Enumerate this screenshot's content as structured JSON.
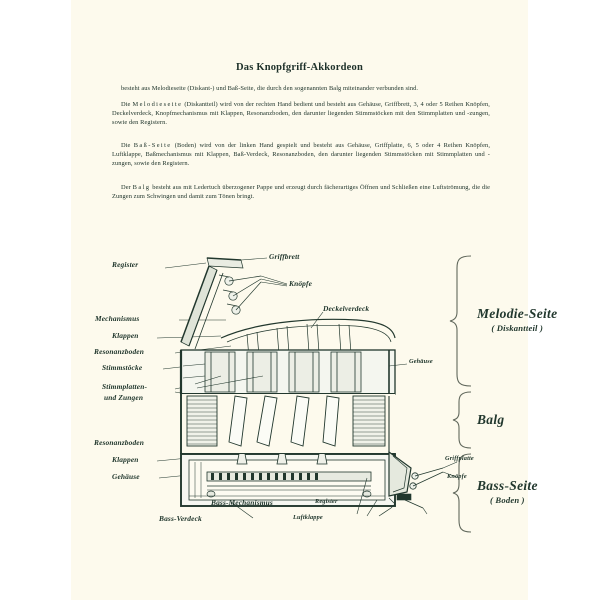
{
  "page": {
    "background_color": "#fdfaed",
    "ink_color": "#21372d"
  },
  "header": {
    "title": "Das Knopfgriff-Akkordeon"
  },
  "body": {
    "paragraphs": [
      {
        "id": "intro",
        "text": "besteht aus Melodieseite (Diskant-) und Baß-Seite, die durch den sogenannten Balg miteinander verbunden sind."
      },
      {
        "id": "melodieseite",
        "lead": "Die",
        "spaced_term": "Melodieseite",
        "text": "(Diskantteil) wird von der rechten Hand bedient und besteht aus Gehäuse, Griffbrett, 3, 4 oder 5 Reihen Knöpfen, Deckelverdeck, Knopfmechanismus mit Klappen, Resonanzboden, den darunter liegenden Stimmstöcken mit den Stimmplatten und -zungen, sowie den Registern."
      },
      {
        "id": "bassseite",
        "lead": "Die",
        "spaced_term": "Baß-Seite",
        "text": "(Boden) wird von der linken Hand gespielt und besteht aus Gehäuse, Griffplatte, 6, 5 oder 4 Reihen Knöpfen, Luftklappe, Baßmechanismus mit Klappen, Baß-Verdeck, Resonanzboden, den darunter liegenden Stimmstöcken mit Stimmplatten und -zungen, sowie den Registern."
      },
      {
        "id": "balg",
        "lead": "Der",
        "spaced_term": "Balg",
        "text": "besteht aus mit Ledertuch überzogener Pappe und erzeugt durch fächerartiges Öffnen und Schließen eine Luftströmung, die die Zungen zum Schwingen und damit zum Tönen bringt."
      }
    ]
  },
  "diagram": {
    "title": "accordion-cross-section",
    "labels_left": [
      {
        "id": "register-top",
        "text": "Register"
      },
      {
        "id": "mechanismus",
        "text": "Mechanismus"
      },
      {
        "id": "klappen-top",
        "text": "Klappen"
      },
      {
        "id": "resonanzboden-top",
        "text": "Resonanzboden"
      },
      {
        "id": "stimmstoecke",
        "text": "Stimmstöcke"
      },
      {
        "id": "stimmplatten-1",
        "text": "Stimmplatten-"
      },
      {
        "id": "stimmplatten-2",
        "text": "und  Zungen"
      },
      {
        "id": "resonanzboden-bot",
        "text": "Resonanzboden"
      },
      {
        "id": "klappen-bot",
        "text": "Klappen"
      },
      {
        "id": "gehaeuse-bot",
        "text": "Gehäuse"
      }
    ],
    "labels_inner": [
      {
        "id": "griffbrett",
        "text": "Griffbrett"
      },
      {
        "id": "knoepfe-top",
        "text": "Knöpfe"
      },
      {
        "id": "deckelverdeck",
        "text": "Deckelverdeck"
      },
      {
        "id": "gehaeuse-right",
        "text": "Gehäuse"
      },
      {
        "id": "griffplatte",
        "text": "Griffplatte"
      },
      {
        "id": "knoepfe-bass",
        "text": "Knöpfe"
      }
    ],
    "labels_bottom": [
      {
        "id": "bass-verdeck",
        "text": "Bass-Verdeck"
      },
      {
        "id": "bass-mechanismus",
        "text": "Bass-Mechanismus"
      },
      {
        "id": "register-bass",
        "text": "Register"
      },
      {
        "id": "luftklappe",
        "text": "Luftklappe"
      }
    ],
    "brackets": [
      {
        "id": "melodie",
        "title": "Melodie-Seite",
        "subtitle": "( Diskantteil )"
      },
      {
        "id": "balg",
        "title": "Balg",
        "subtitle": ""
      },
      {
        "id": "bass",
        "title": "Bass-Seite",
        "subtitle": "( Boden )"
      }
    ]
  }
}
